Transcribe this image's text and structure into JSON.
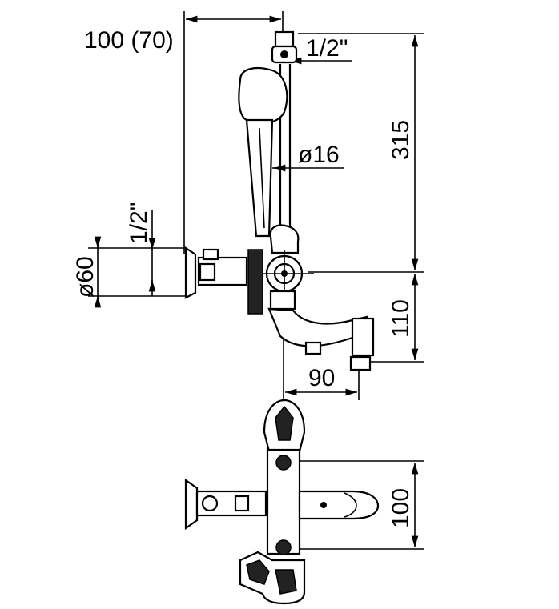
{
  "dimensions": {
    "width_top": "100 (70)",
    "thread_top": "1/2\"",
    "height_total": "315",
    "pipe_diameter": "ø16",
    "thread_side": "1/2\"",
    "flange_diameter": "ø60",
    "lower_height": "110",
    "spout_reach": "90",
    "plan_depth": "100"
  },
  "colors": {
    "line": "#000000",
    "background": "#ffffff",
    "fill_dark": "#222222"
  }
}
